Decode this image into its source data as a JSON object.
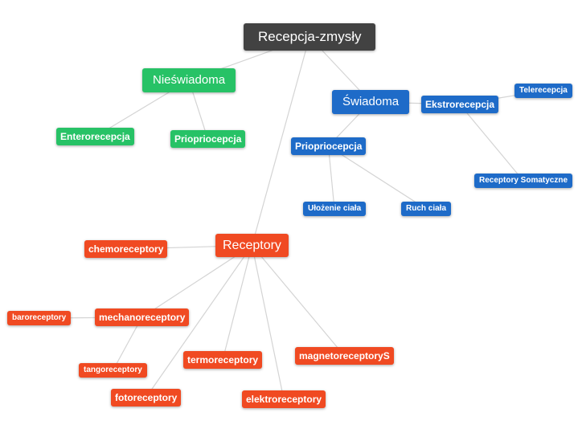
{
  "diagram": {
    "type": "mindmap",
    "background": "#ffffff",
    "edge_color": "#d4d4d4",
    "colors": {
      "dark": "#424242",
      "green": "#27c266",
      "blue": "#1e6bc8",
      "orange": "#f04a22"
    },
    "nodes": [
      {
        "id": "root",
        "label": "Recepcja-zmysły",
        "color": "dark"
      },
      {
        "id": "nieswiadoma",
        "label": "Nieświadoma",
        "color": "green"
      },
      {
        "id": "enterorecepcja",
        "label": "Enterorecepcja",
        "color": "green"
      },
      {
        "id": "priopriocepcja-green",
        "label": "Priopriocepcja",
        "color": "green"
      },
      {
        "id": "swiadoma",
        "label": "Świadoma",
        "color": "blue"
      },
      {
        "id": "ekstrorecepcja",
        "label": "Ekstrorecepcja",
        "color": "blue"
      },
      {
        "id": "telerecepcja",
        "label": "Telerecepcja",
        "color": "blue"
      },
      {
        "id": "priopriocepcja-blue",
        "label": "Priopriocepcja",
        "color": "blue"
      },
      {
        "id": "receptory-somatyczne",
        "label": "Receptory Somatyczne",
        "color": "blue"
      },
      {
        "id": "ulozenie-ciala",
        "label": "Ułożenie ciała",
        "color": "blue"
      },
      {
        "id": "ruch-ciala",
        "label": "Ruch ciała",
        "color": "blue"
      },
      {
        "id": "receptory",
        "label": "Receptory",
        "color": "orange"
      },
      {
        "id": "chemoreceptory",
        "label": "chemoreceptory",
        "color": "orange"
      },
      {
        "id": "mechanoreceptory",
        "label": "mechanoreceptory",
        "color": "orange"
      },
      {
        "id": "baroreceptory",
        "label": "baroreceptory",
        "color": "orange"
      },
      {
        "id": "tangoreceptory",
        "label": "tangoreceptory",
        "color": "orange"
      },
      {
        "id": "termoreceptory",
        "label": "termoreceptory",
        "color": "orange"
      },
      {
        "id": "fotoreceptory",
        "label": "fotoreceptory",
        "color": "orange"
      },
      {
        "id": "magnetoreceptory",
        "label": "magnetoreceptoryS",
        "color": "orange"
      },
      {
        "id": "elektroreceptory",
        "label": "elektroreceptory",
        "color": "orange"
      }
    ],
    "edges": [
      [
        "root",
        "nieswiadoma"
      ],
      [
        "root",
        "swiadoma"
      ],
      [
        "root",
        "receptory"
      ],
      [
        "nieswiadoma",
        "enterorecepcja"
      ],
      [
        "nieswiadoma",
        "priopriocepcja-green"
      ],
      [
        "swiadoma",
        "ekstrorecepcja"
      ],
      [
        "swiadoma",
        "priopriocepcja-blue"
      ],
      [
        "ekstrorecepcja",
        "telerecepcja"
      ],
      [
        "ekstrorecepcja",
        "receptory-somatyczne"
      ],
      [
        "priopriocepcja-blue",
        "ulozenie-ciala"
      ],
      [
        "priopriocepcja-blue",
        "ruch-ciala"
      ],
      [
        "receptory",
        "chemoreceptory"
      ],
      [
        "receptory",
        "mechanoreceptory"
      ],
      [
        "receptory",
        "termoreceptory"
      ],
      [
        "receptory",
        "fotoreceptory"
      ],
      [
        "receptory",
        "elektroreceptory"
      ],
      [
        "receptory",
        "magnetoreceptory"
      ],
      [
        "mechanoreceptory",
        "baroreceptory"
      ],
      [
        "mechanoreceptory",
        "tangoreceptory"
      ]
    ]
  }
}
